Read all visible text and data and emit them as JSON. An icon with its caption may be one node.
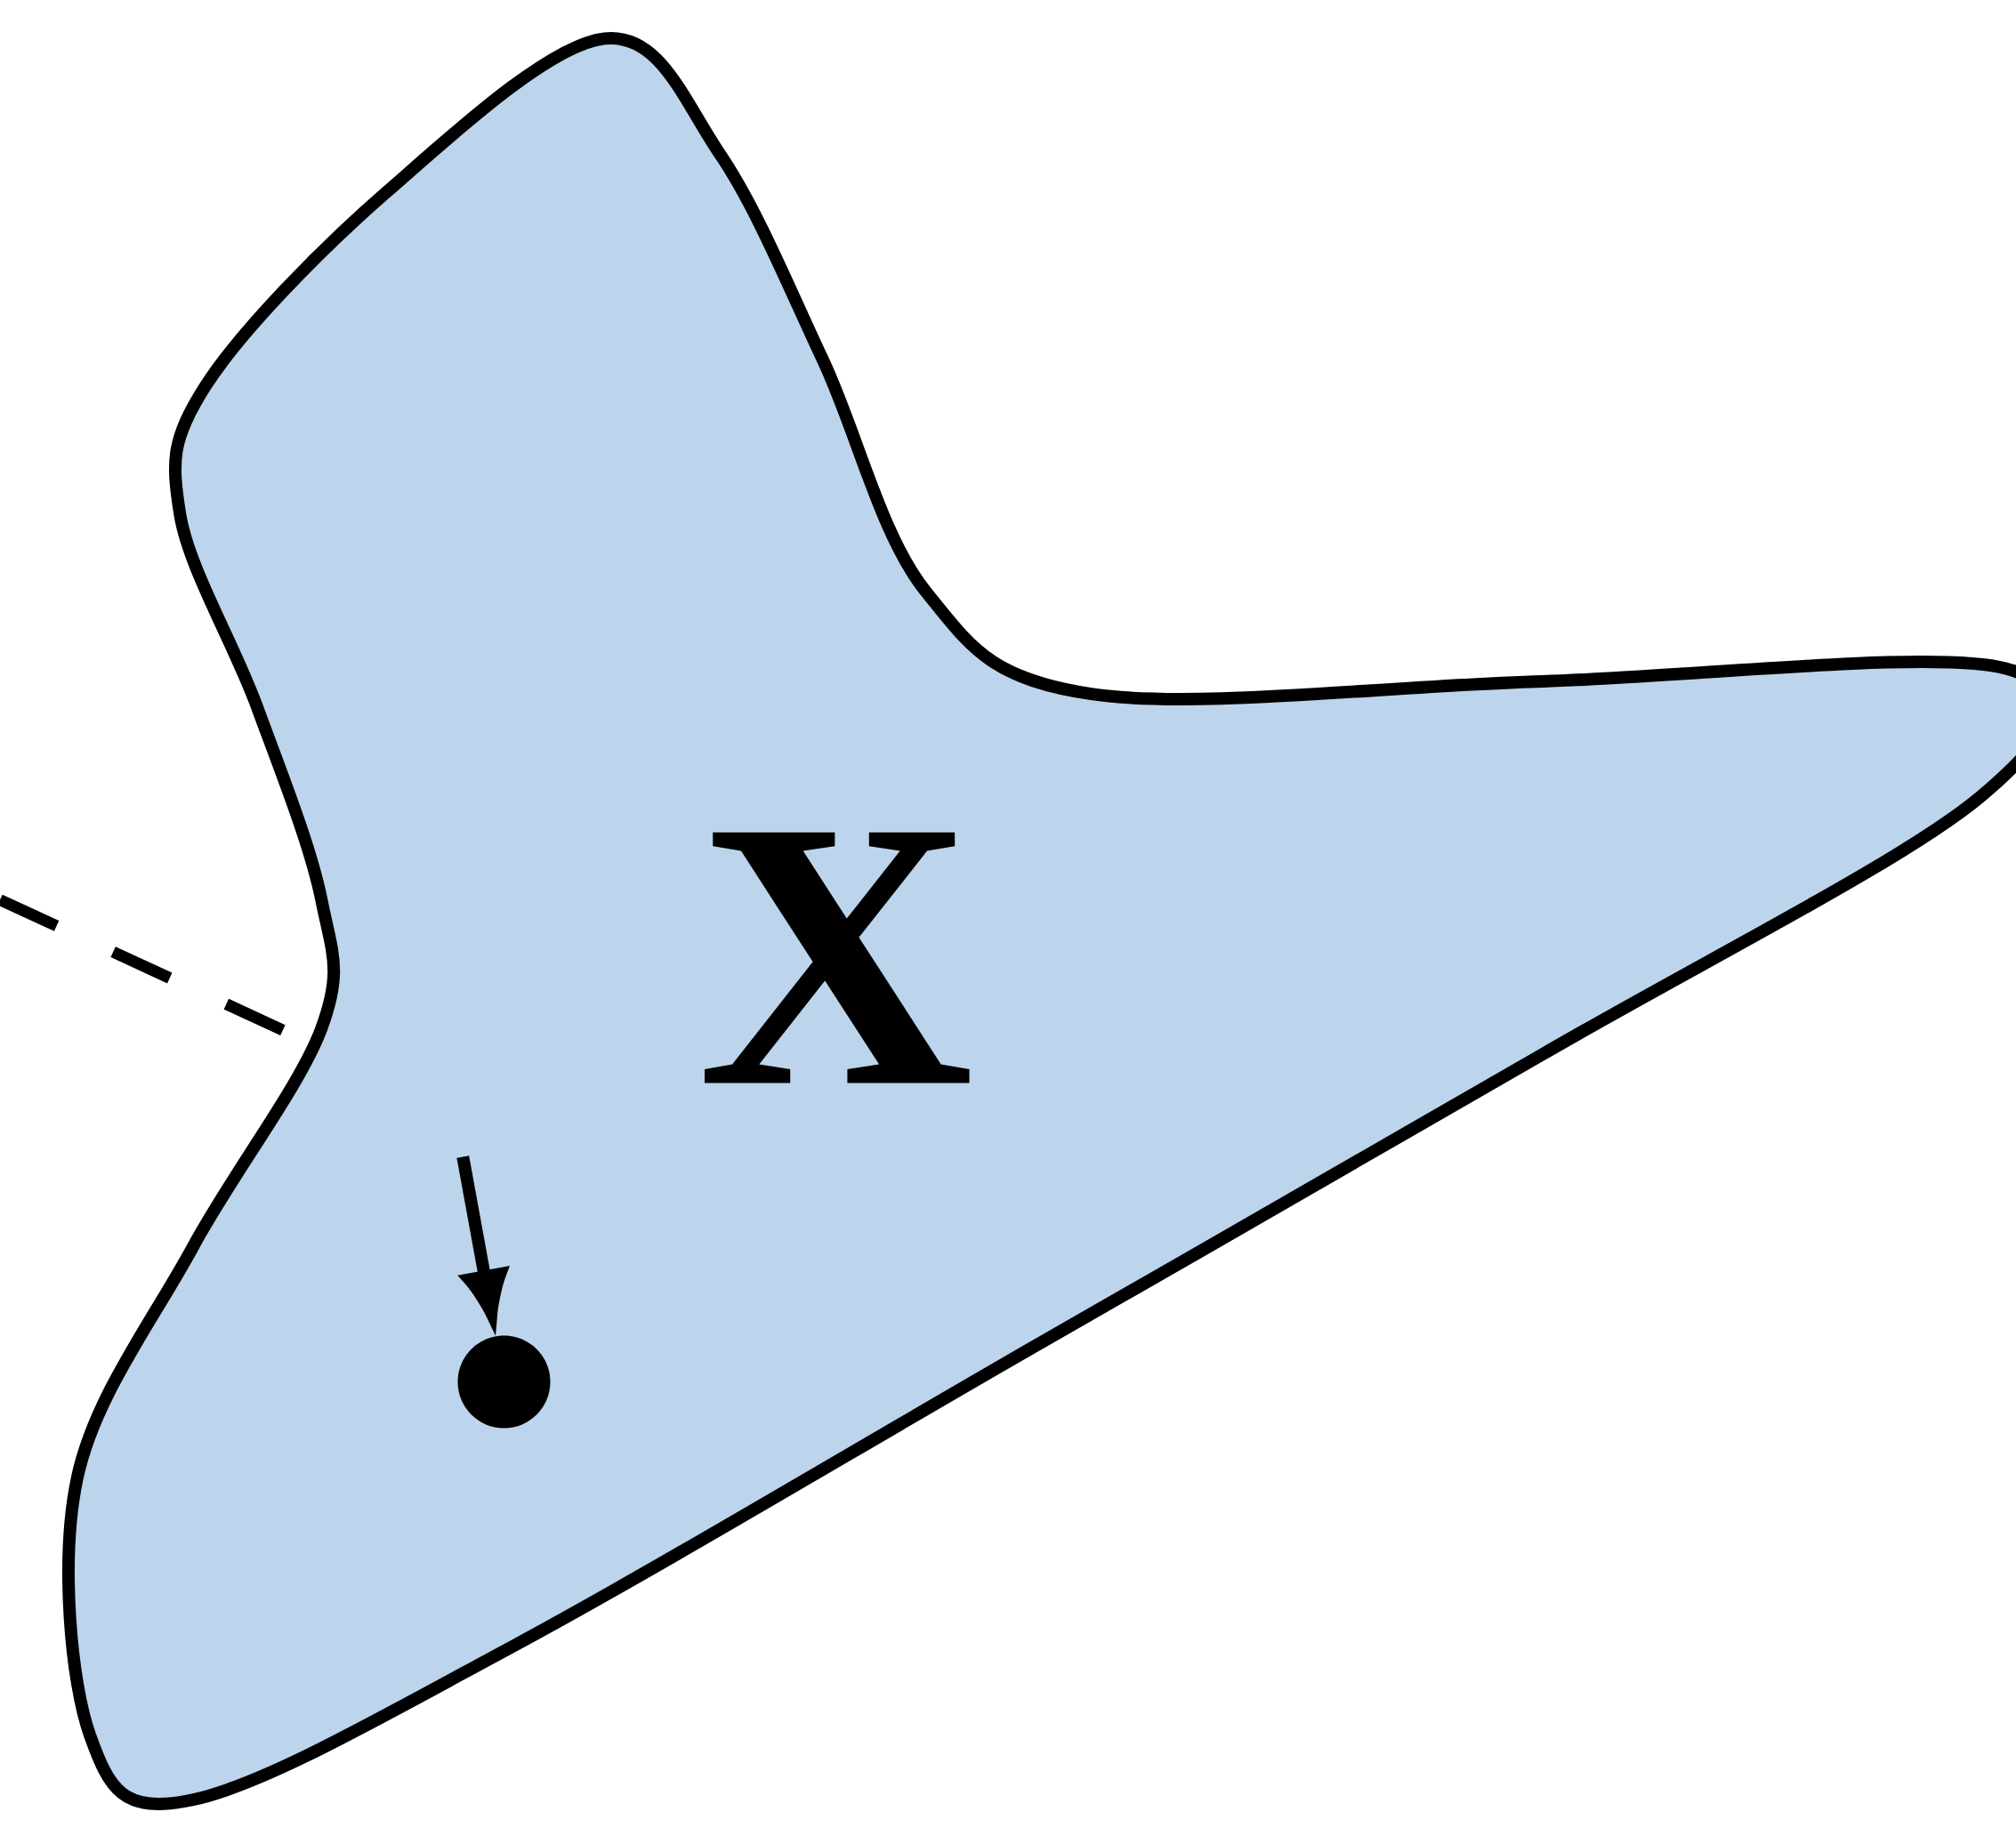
{
  "diagram": {
    "nodes": [
      {
        "text": [
          "X"
        ]
      },
      {
        "text": [],
        "shape": "circle",
        "in": 0
      }
    ],
    "edges": [
      {
        "from": null,
        "to": 1,
        "arrow": "to"
      }
    ]
  }
}
